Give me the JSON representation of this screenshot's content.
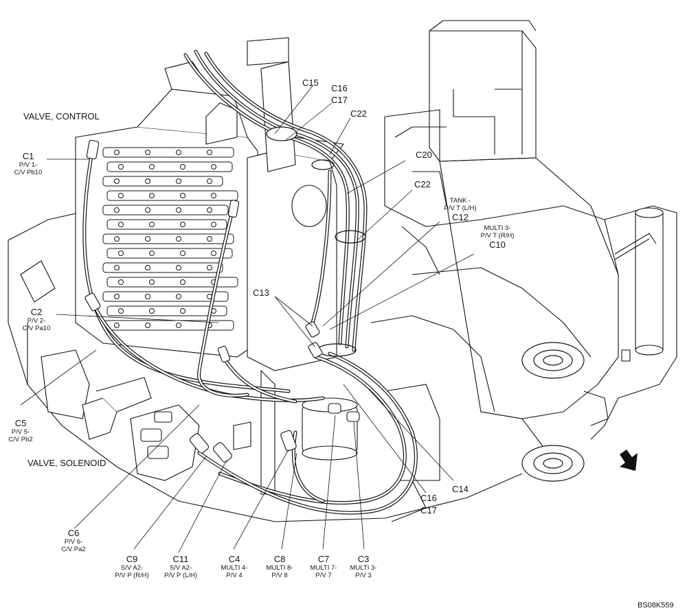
{
  "titles": {
    "valve_control": "VALVE, CONTROL",
    "valve_solenoid": "VALVE, SOLENOID"
  },
  "labels": {
    "c1": {
      "id": "C1",
      "line1": "P/V 1-",
      "line2": "C/V Pb10"
    },
    "c2": {
      "id": "C2",
      "line1": "P/V 2-",
      "line2": "C/V Pa10"
    },
    "c5": {
      "id": "C5",
      "line1": "P/V 5-",
      "line2": "C/V Pb2"
    },
    "c6": {
      "id": "C6",
      "line1": "P/V 6-",
      "line2": "C/V Pa2"
    },
    "c9": {
      "id": "C9",
      "line1": "S/V A2-",
      "line2": "P/V P (R/H)"
    },
    "c11": {
      "id": "C11",
      "line1": "S/V A2-",
      "line2": "P/V P (L/H)"
    },
    "c4": {
      "id": "C4",
      "line1": "MULTI 4-",
      "line2": "P/V 4"
    },
    "c8": {
      "id": "C8",
      "line1": "MULTI 8-",
      "line2": "P/V 8"
    },
    "c7": {
      "id": "C7",
      "line1": "MULTI 7-",
      "line2": "P/V 7"
    },
    "c3": {
      "id": "C3",
      "line1": "MULTI 3-",
      "line2": "P/V 3"
    },
    "c12": {
      "id": "C12",
      "line1": "TANK -",
      "line2": "P/V T (L/H)"
    },
    "c10": {
      "id": "C10",
      "line1": "MULTI 3-",
      "line2": "P/V T (R/H)"
    },
    "c15": "C15",
    "c16_top": "C16",
    "c17_top": "C17",
    "c22_top": "C22",
    "c20": "C20",
    "c22_mid": "C22",
    "c13": "C13",
    "c14": "C14",
    "c16_bot": "C16",
    "c17_bot": "C17"
  },
  "figure_code": "BS08K559",
  "colors": {
    "ink": "#111111",
    "paper": "#ffffff"
  }
}
